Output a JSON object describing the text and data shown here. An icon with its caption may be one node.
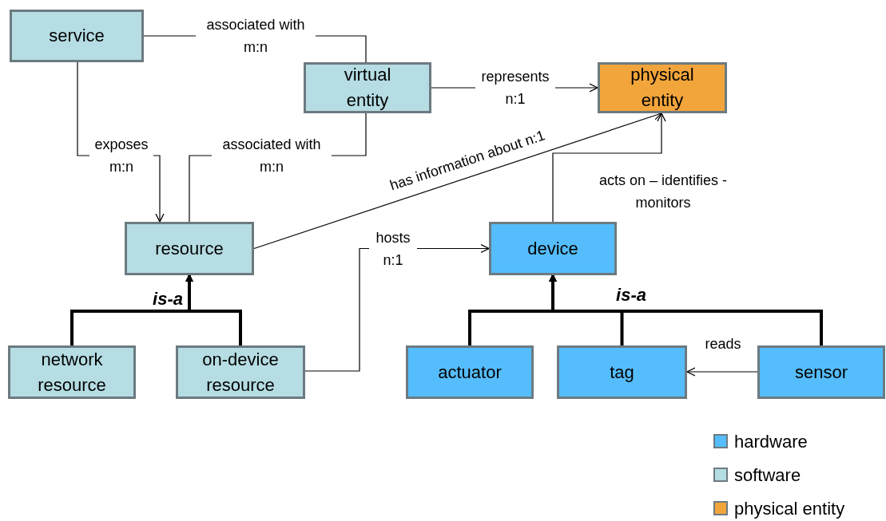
{
  "diagram": {
    "nodes": [
      {
        "text": [
          "service"
        ]
      },
      {
        "text": [
          "virtual entity"
        ]
      },
      {
        "text": [
          "physical entity"
        ]
      },
      {
        "text": [
          "resource"
        ]
      },
      {
        "text": [
          "device"
        ]
      },
      {
        "text": [
          "network resource"
        ]
      },
      {
        "text": [
          "on-device resource"
        ]
      },
      {
        "text": [
          "actuator"
        ]
      },
      {
        "text": [
          "tag"
        ]
      },
      {
        "text": [
          "sensor"
        ]
      }
    ],
    "edges": [
      {
        "from": 0,
        "to": 1,
        "arrow": "none",
        "label": "associated with m:n"
      },
      {
        "from": 0,
        "to": 3,
        "arrow": "to",
        "label": "exposes m:n"
      },
      {
        "from": 1,
        "to": 3,
        "arrow": "none",
        "label": "associated with m:n"
      },
      {
        "from": 1,
        "to": 2,
        "arrow": "to",
        "label": "represents n:1"
      },
      {
        "from": 3,
        "to": 2,
        "arrow": "to",
        "label": "has information about n:1"
      },
      {
        "from": 4,
        "to": 2,
        "arrow": "to",
        "label": "acts on – identifies - monitors"
      },
      {
        "from": 6,
        "to": 4,
        "arrow": "to",
        "label": "hosts n:1"
      },
      {
        "from": 9,
        "to": 8,
        "arrow": "to",
        "label": "reads"
      },
      {
        "from": 5,
        "to": 3,
        "arrow": "to",
        "style": "thick"
      },
      {
        "from": 6,
        "to": 3,
        "arrow": "to",
        "style": "thick"
      },
      {
        "from": 7,
        "to": 4,
        "arrow": "to",
        "style": "thick"
      },
      {
        "from": 8,
        "to": 4,
        "arrow": "to",
        "style": "thick"
      },
      {
        "from": 9,
        "to": 4,
        "arrow": "to",
        "style": "thick"
      }
    ],
    "labels": [
      "is-a",
      "is-a"
    ],
    "legend": [
      {
        "text": "hardware",
        "color": "#55bdfb"
      },
      {
        "text": "software",
        "color": "#b5dde3"
      },
      {
        "text": "physical entity",
        "color": "#f2a53b"
      }
    ]
  }
}
